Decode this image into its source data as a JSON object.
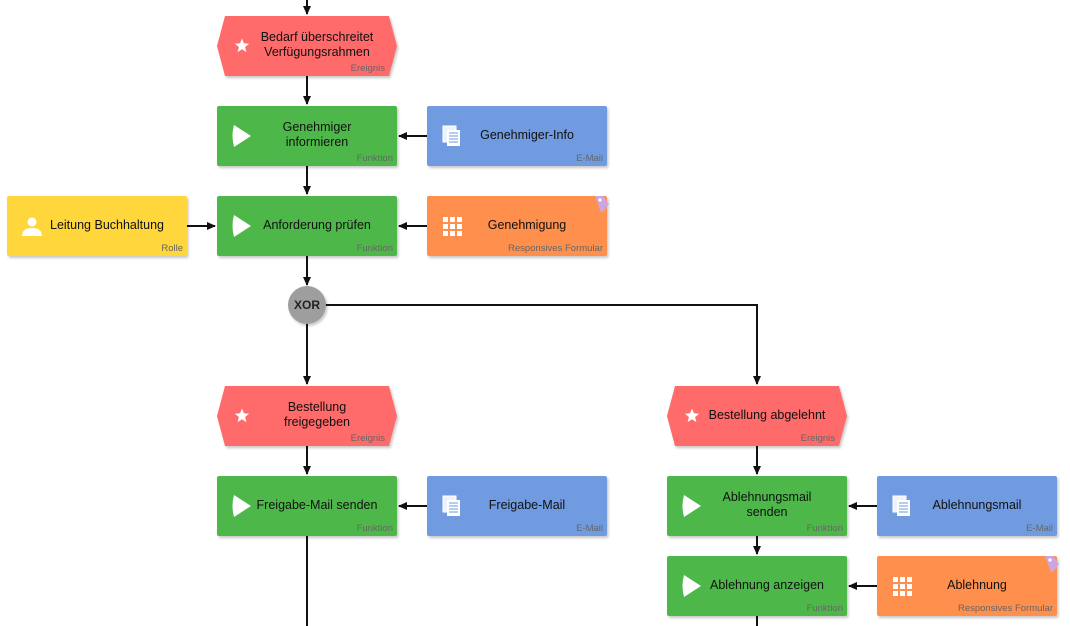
{
  "nodes": [
    {
      "id": "ev1",
      "shape": "event",
      "color": "#ff6b6b",
      "lines": [
        "Bedarf überschreitet",
        "Verfügungsrahmen"
      ],
      "type": "Ereignis",
      "icon": "star-icon"
    },
    {
      "id": "fn1",
      "shape": "function",
      "color": "#4db848",
      "lines": [
        "Genehmiger",
        "informieren"
      ],
      "type": "Funktion",
      "icon": "play-icon"
    },
    {
      "id": "mail1",
      "shape": "mail",
      "color": "#6f9be0",
      "lines": [
        "Genehmiger-Info"
      ],
      "type": "E-Mail",
      "icon": "document-icon"
    },
    {
      "id": "fn2",
      "shape": "function",
      "color": "#4db848",
      "lines": [
        "Anforderung prüfen"
      ],
      "type": "Funktion",
      "icon": "play-icon"
    },
    {
      "id": "role1",
      "shape": "role",
      "color": "#ffd63a",
      "lines": [
        "Leitung Buchhaltung"
      ],
      "type": "Rolle",
      "icon": "person-icon"
    },
    {
      "id": "form1",
      "shape": "form",
      "color": "#ff8f4d",
      "lines": [
        "Genehmigung"
      ],
      "type": "Responsives Formular",
      "icon": "grid-icon",
      "tag": true
    },
    {
      "id": "xor",
      "shape": "gateway",
      "color": "#9e9e9e",
      "lines": [
        "XOR"
      ],
      "type": ""
    },
    {
      "id": "ev2",
      "shape": "event",
      "color": "#ff6b6b",
      "lines": [
        "Bestellung",
        "freigegeben"
      ],
      "type": "Ereignis",
      "icon": "star-icon"
    },
    {
      "id": "ev3",
      "shape": "event",
      "color": "#ff6b6b",
      "lines": [
        "Bestellung abgelehnt"
      ],
      "type": "Ereignis",
      "icon": "star-icon"
    },
    {
      "id": "fn3",
      "shape": "function",
      "color": "#4db848",
      "lines": [
        "Freigabe-Mail senden"
      ],
      "type": "Funktion",
      "icon": "play-icon"
    },
    {
      "id": "mail2",
      "shape": "mail",
      "color": "#6f9be0",
      "lines": [
        "Freigabe-Mail"
      ],
      "type": "E-Mail",
      "icon": "document-icon"
    },
    {
      "id": "fn4",
      "shape": "function",
      "color": "#4db848",
      "lines": [
        "Ablehnungsmail",
        "senden"
      ],
      "type": "Funktion",
      "icon": "play-icon"
    },
    {
      "id": "mail3",
      "shape": "mail",
      "color": "#6f9be0",
      "lines": [
        "Ablehnungsmail"
      ],
      "type": "E-Mail",
      "icon": "document-icon"
    },
    {
      "id": "fn5",
      "shape": "function",
      "color": "#4db848",
      "lines": [
        "Ablehnung anzeigen"
      ],
      "type": "Funktion",
      "icon": "play-icon"
    },
    {
      "id": "form2",
      "shape": "form",
      "color": "#ff8f4d",
      "lines": [
        "Ablehnung"
      ],
      "type": "Responsives Formular",
      "icon": "grid-icon",
      "tag": true
    }
  ],
  "edges": [
    {
      "from": "ev1",
      "to": "fn1"
    },
    {
      "from": "mail1",
      "to": "fn1"
    },
    {
      "from": "fn1",
      "to": "fn2"
    },
    {
      "from": "role1",
      "to": "fn2"
    },
    {
      "from": "form1",
      "to": "fn2"
    },
    {
      "from": "fn2",
      "to": "xor"
    },
    {
      "from": "xor",
      "to": "ev2"
    },
    {
      "from": "xor",
      "to": "ev3"
    },
    {
      "from": "ev2",
      "to": "fn3"
    },
    {
      "from": "mail2",
      "to": "fn3"
    },
    {
      "from": "ev3",
      "to": "fn4"
    },
    {
      "from": "mail3",
      "to": "fn4"
    },
    {
      "from": "fn4",
      "to": "fn5"
    },
    {
      "from": "form2",
      "to": "fn5"
    }
  ],
  "colors": {
    "edge": "#111111",
    "tag": "#c9a8f0"
  }
}
